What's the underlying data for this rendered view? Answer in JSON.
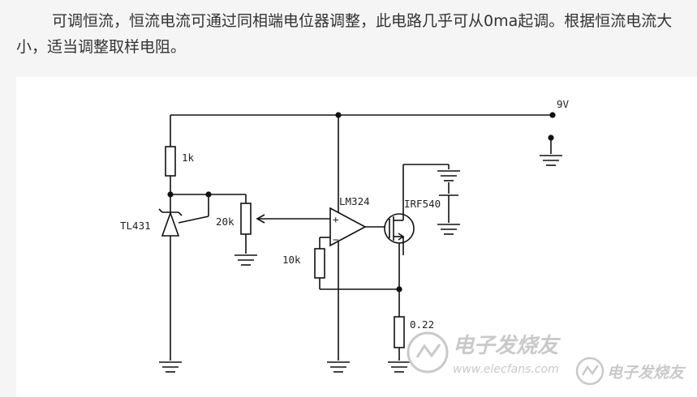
{
  "article": {
    "paragraph": "可调恒流，恒流电流可通过同相端电位器调整，此电路几乎可从0ma起调。根据恒流电流大小，适当调整取样电阻。"
  },
  "circuit": {
    "labels": {
      "supply": "9V",
      "r1": "1k",
      "regulator": "TL431",
      "pot": "20k",
      "opamp": "LM324",
      "plus": "+",
      "minus": "−",
      "mosfet": "IRF540",
      "r2": "10k",
      "sense": "0.22"
    }
  },
  "watermarks": {
    "brand": "电子发烧友",
    "url": "www.elecfans.com"
  },
  "colors": {
    "wire": "#111111",
    "text": "#333333",
    "watermark": "#c9c9c9"
  }
}
